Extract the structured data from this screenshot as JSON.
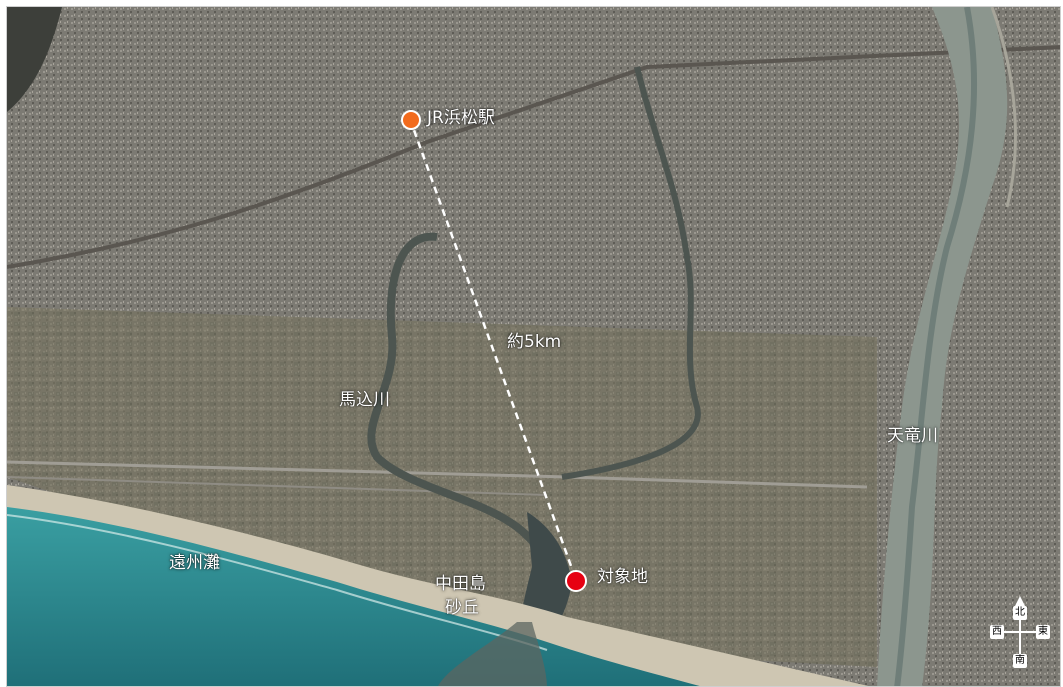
{
  "labels": {
    "station": "JR浜松駅",
    "distance": "約5km",
    "river_mago": "馬込川",
    "river_tenryu": "天竜川",
    "sea": "遠州灘",
    "dune_line1": "中田島",
    "dune_line2": "砂丘",
    "target": "対象地"
  },
  "compass": {
    "north": "北",
    "south": "南",
    "east": "東",
    "west": "西"
  },
  "colors": {
    "station_marker": "#f26b1d",
    "target_marker": "#e60012",
    "land": "#6f6e66",
    "urban_dense": "#807d76",
    "farmland": "#7a7660",
    "river": "#8a948c",
    "river_deep": "#5e6b66",
    "sea": "#2f8f95",
    "beach": "#cfc8b4",
    "route_line": "#ffffff"
  },
  "icons": [
    "station-marker-icon",
    "target-marker-icon",
    "compass-icon"
  ]
}
